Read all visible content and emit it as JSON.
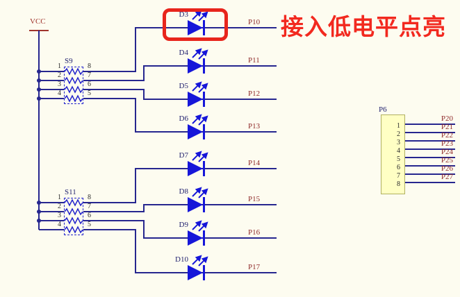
{
  "power": {
    "label": "VCC"
  },
  "annotation": {
    "text": "接入低电平点亮"
  },
  "resistor_networks": [
    {
      "designator": "S9",
      "left_pins": [
        "1",
        "2",
        "3",
        "4"
      ],
      "right_pins": [
        "8",
        "7",
        "6",
        "5"
      ]
    },
    {
      "designator": "S11",
      "left_pins": [
        "1",
        "2",
        "3",
        "4"
      ],
      "right_pins": [
        "8",
        "7",
        "6",
        "5"
      ]
    }
  ],
  "leds": [
    {
      "designator": "D3",
      "net": "P10"
    },
    {
      "designator": "D4",
      "net": "P11"
    },
    {
      "designator": "D5",
      "net": "P12"
    },
    {
      "designator": "D6",
      "net": "P13"
    },
    {
      "designator": "D7",
      "net": "P14"
    },
    {
      "designator": "D8",
      "net": "P15"
    },
    {
      "designator": "D9",
      "net": "P16"
    },
    {
      "designator": "D10",
      "net": "P17"
    }
  ],
  "connector": {
    "designator": "P6",
    "pins": [
      "1",
      "2",
      "3",
      "4",
      "5",
      "6",
      "7",
      "8"
    ],
    "nets": [
      "P20",
      "P21",
      "P22",
      "P23",
      "P24",
      "P25",
      "P26",
      "P27"
    ]
  },
  "highlight": {
    "target": "D3"
  },
  "colors": {
    "wire": "#26268f",
    "led_blue": "#1616d9",
    "resistor_blue": "#2323cc",
    "net_label": "#8f2a2a",
    "designator": "#232370",
    "vcc_red": "#a0342c",
    "annotation_red": "#f2291f",
    "highlight_red": "#e8251c",
    "connector_fill": "#ffffc4"
  }
}
